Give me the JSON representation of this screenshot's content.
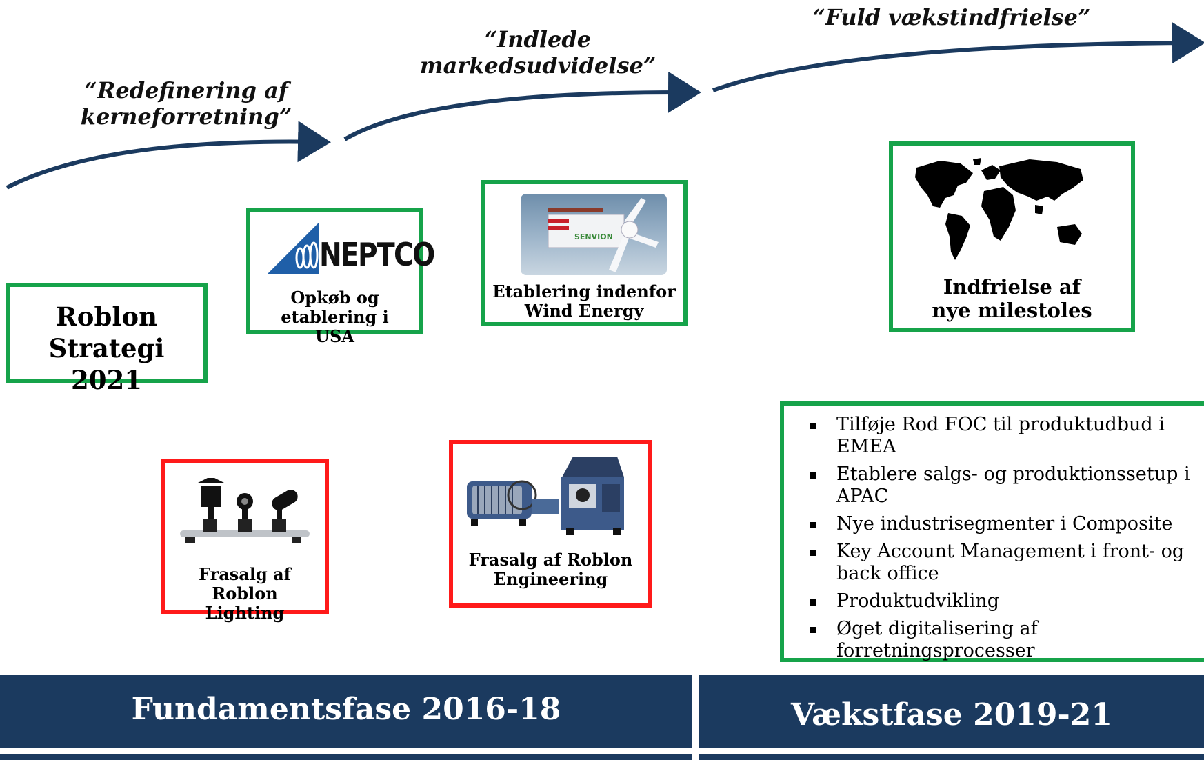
{
  "quotes": {
    "q1": "“Redefinering af kerneforretning”",
    "q2": "“Indlede markedsudvidelse”",
    "q3": "“Fuld vækstindfrielse”"
  },
  "boxes": {
    "roblon_strategy": "Roblon Strategi 2021",
    "neptco_logo": "NEPTCO",
    "neptco_caption": "Opkøb og etablering i USA",
    "senvion_logo": "SENVION",
    "wind_caption": "Etablering indenfor Wind Energy",
    "milestones_caption": "Indfrielse af nye milestoles",
    "lighting_caption": "Frasalg af Roblon Lighting",
    "engineering_caption": "Frasalg af Roblon Engineering"
  },
  "growth_list": [
    "Tilføje Rod FOC til produktudbud i EMEA",
    "Etablere salgs- og produktionssetup i APAC",
    "Nye industrisegmenter i Composite",
    "Key Account Management i front- og back office",
    "Produktudvikling",
    "Øget digitalisering af forretningsprocesser"
  ],
  "phases": {
    "foundation": "Fundamentsfase 2016-18",
    "growth": "Vækstfase 2019-21"
  },
  "colors": {
    "positive_border": "#16a34a",
    "negative_border": "#ff1a1a",
    "navy": "#1b3a5f"
  }
}
